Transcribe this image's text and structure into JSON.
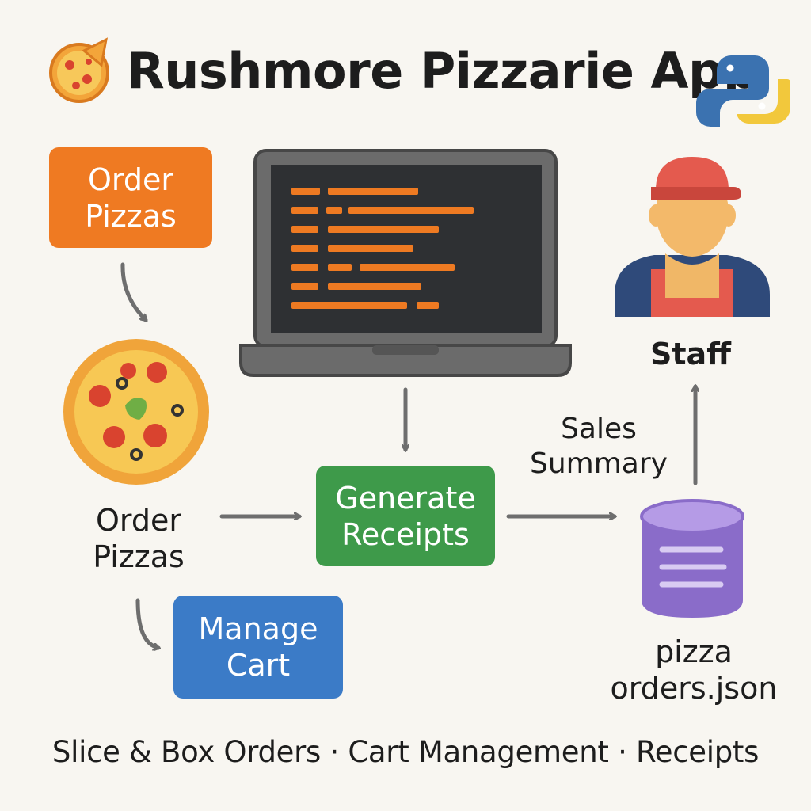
{
  "title": "Rushmore Pizzarie App",
  "nodes": {
    "order_box": {
      "line1": "Order",
      "line2": "Pizzas"
    },
    "order_label": {
      "line1": "Order",
      "line2": "Pizzas"
    },
    "generate_receipts": {
      "line1": "Generate",
      "line2": "Receipts"
    },
    "manage_cart": {
      "line1": "Manage",
      "line2": "Cart"
    },
    "staff": "Staff",
    "sales_summary": {
      "line1": "Sales",
      "line2": "Summary"
    },
    "database": {
      "line1": "pizza",
      "line2": "orders.json"
    }
  },
  "footer": "Slice & Box Orders · Cart Management · Receipts",
  "icons": [
    "pizza-slice-icon",
    "python-logo-icon",
    "laptop-code-icon",
    "pizza-icon",
    "staff-person-icon",
    "database-icon"
  ],
  "colors": {
    "order": "#ef7a22",
    "receipts": "#3e9a4a",
    "cart": "#3b7bc7",
    "database": "#8a6cc9",
    "arrow": "#6e6e6e"
  }
}
